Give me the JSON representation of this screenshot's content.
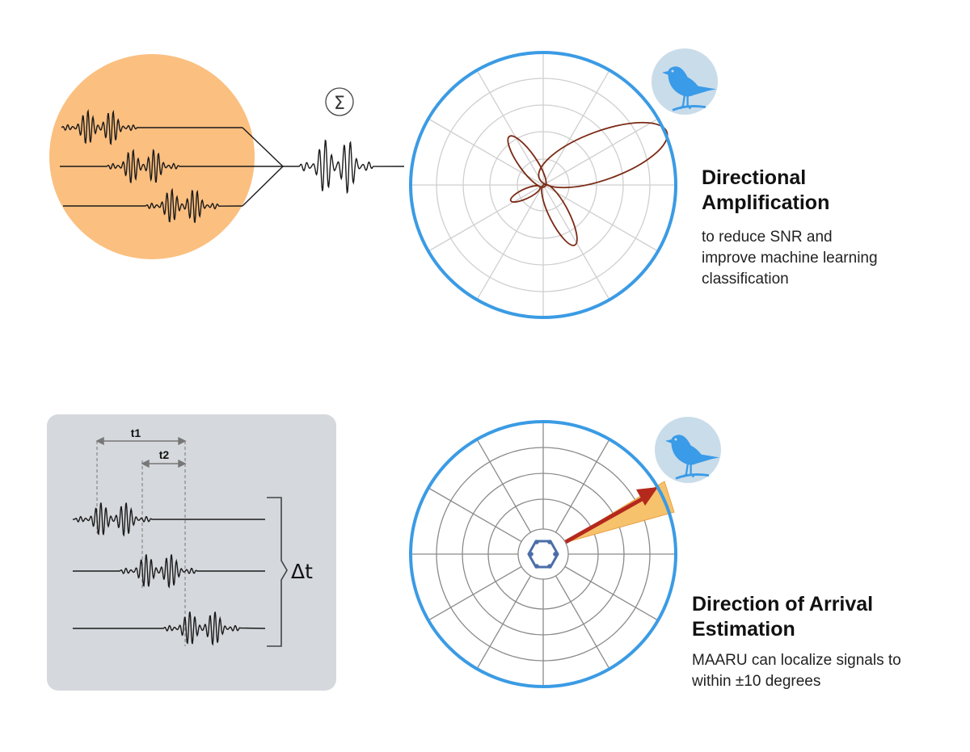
{
  "top": {
    "sum_symbol": "Σ",
    "title_line1": "Directional",
    "title_line2": "Amplification",
    "desc_line1": "to reduce SNR and",
    "desc_line2": "improve machine learning",
    "desc_line3": "classification"
  },
  "bottom": {
    "t1_label": "t1",
    "t2_label": "t2",
    "delta_label": "Δt",
    "title_line1": "Direction of Arrival",
    "title_line2": "Estimation",
    "desc_line1": "MAARU can localize signals to",
    "desc_line2": "within ±10 degrees"
  },
  "colors": {
    "orange_circle": "#fbbf80",
    "polar_ring": "#3b9be4",
    "beam_lobe": "#7a2a14",
    "bird_bg": "#c9dcea",
    "bird": "#3a9be8",
    "panel_bg": "#d5d8dc",
    "arrow": "#b5281c",
    "arrow_wedge": "#f6c26c",
    "array_blue": "#4b6ea8"
  },
  "icons": [
    "bird-icon",
    "summation-icon",
    "microphone-array-icon",
    "arrow-icon"
  ]
}
